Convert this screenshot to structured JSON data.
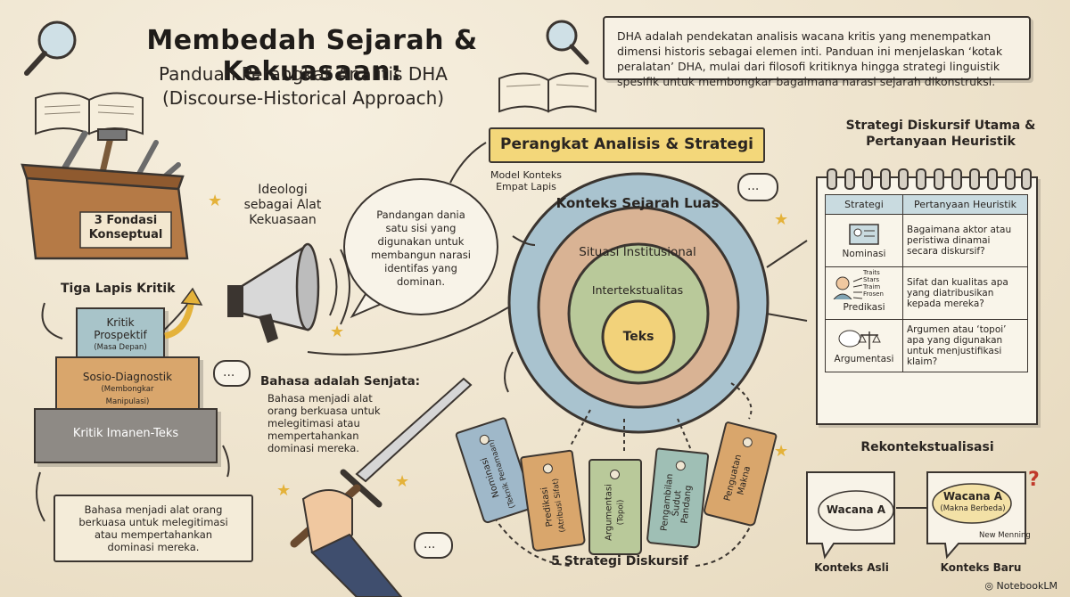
{
  "title": {
    "main": "Membedah Sejarah & Kekuasaan:",
    "sub1": "Panduan Perangkat Analitis DHA",
    "sub2": "(Discourse-Historical Approach)"
  },
  "intro": "DHA adalah pendekatan analisis wacana kritis yang menempatkan dimensi historis sebagai elemen inti. Panduan ini menjelaskan ‘kotak peralatan’ DHA, mulai dari filosofi kritiknya hingga strategi linguistik spesifik untuk membongkar bagaimana narasi sejarah dikonstruksi.",
  "toolbox": {
    "line1": "3 Fondasi",
    "line2": "Konseptual"
  },
  "ideology": {
    "label1": "Ideologi",
    "label2": "sebagai Alat",
    "label3": "Kekuasaan",
    "bubble": [
      "Pandangan dania",
      "satu sisi yang",
      "digunakan untuk",
      "membangun narasi",
      "identifas yang",
      "dominan."
    ]
  },
  "critique": {
    "title": "Tiga Lapis Kritik",
    "prospective": "Kritik",
    "prospective2": "Prospektif",
    "prospective_sub": "(Masa Depan)",
    "socio": "Sosio-Diagnostik",
    "socio_sub1": "(Membongkar",
    "socio_sub2": "Manipulasi)",
    "immanent": "Kritik Imanen-Teks"
  },
  "weapon": {
    "title": "Bahasa adalah Senjata:",
    "lines": [
      "Bahasa menjadi alat",
      "orang berkuasa untuk",
      "melegitimasi atau",
      "mempertahankan",
      "dominasi mereka."
    ]
  },
  "scroll": {
    "lines": [
      "Bahasa menjadi alat orang",
      "berkuasa untuk melegitimasi",
      "atau mempertahankan",
      "dominasi mereka."
    ]
  },
  "tools_banner": "Perangkat Analisis & Strategi",
  "context_model": {
    "line1": "Model Konteks",
    "line2": "Empat Lapis"
  },
  "rings": {
    "outer": "Konteks Sejarah Luas",
    "second": "Situasi Institusional",
    "third": "Intertekstualitas",
    "core": "Teks"
  },
  "tags": {
    "t1": "Nominasi",
    "t1s": "(Teknik Penamaan)",
    "t2": "Predikasi",
    "t2s": "(Atribusi Sifat)",
    "t3": "Argumentasi",
    "t3s": "(Topoi)",
    "t4a": "Pengambilan",
    "t4b": "Sudut",
    "t4c": "Pandang",
    "t5a": "Penguatan",
    "t5b": "Makna",
    "footer": "5 Strategi Diskursif"
  },
  "strategies": {
    "title1": "Strategi Diskursif Utama &",
    "title2": "Pertanyaan Heuristik",
    "col1": "Strategi",
    "col2": "Pertanyaan Heuristik",
    "rows": [
      {
        "name": "Nominasi",
        "q": "Bagaimana aktor atau peristiwa dinamai secara diskursif?"
      },
      {
        "name": "Predikasi",
        "q": "Sifat dan kualitas apa yang diatribusikan kepada mereka?"
      },
      {
        "name": "Argumentasi",
        "q": "Argumen atau ‘topoi’ apa yang digunakan untuk menjustifikasi klaim?"
      }
    ],
    "traits": [
      "Traits",
      "Stars",
      "Traim",
      "Frosen"
    ]
  },
  "recontext": {
    "title": "Rekontekstualisasi",
    "a": "Wacana A",
    "b": "Wacana A",
    "b_sub": "(Makna Berbeda)",
    "new_meaning": "New Menning",
    "orig": "Konteks Asli",
    "new": "Konteks Baru"
  },
  "logo": "NotebookLM",
  "colors": {
    "ring_outer": "#a9c3cf",
    "ring_second": "#d9b394",
    "ring_third": "#b9c99a",
    "ring_core": "#f2d27a",
    "banner": "#f3d77a"
  }
}
